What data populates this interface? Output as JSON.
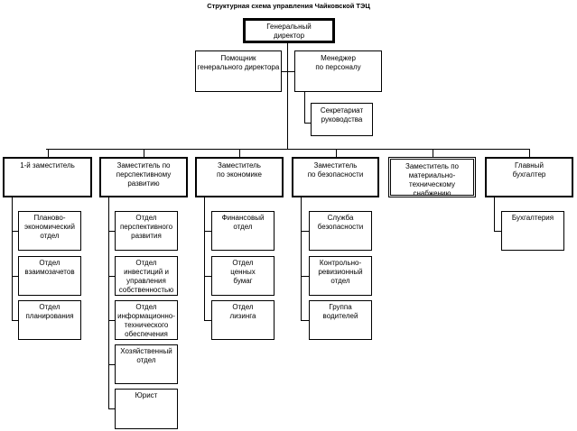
{
  "title": "Структурная схема управления Чайковской ТЭЦ",
  "top": {
    "general_director": "Генеральный\nдиректор",
    "assistant": "Помощник\nгенерального директора",
    "hr_manager": "Менеджер\nпо персоналу",
    "secretariat": "Секретариат\nруководства"
  },
  "deputies": [
    {
      "label": "1-й заместитель",
      "units": [
        "Планово-\nэкономический\nотдел",
        "Отдел\nвзаимозачетов",
        "Отдел\nпланирования"
      ]
    },
    {
      "label": "Заместитель по\nперспективному\nразвитию",
      "units": [
        "Отдел\nперспективного\nразвития",
        "Отдел\nинвестиций и\nуправления\nсобственностью",
        "Отдел\nинформационно-\nтехнического\nобеспечения",
        "Хозяйственный\nотдел",
        "Юрист"
      ]
    },
    {
      "label": "Заместитель\nпо экономике",
      "units": [
        "Финансовый\nотдел",
        "Отдел\nценных\nбумаг",
        "Отдел\nлизинга"
      ]
    },
    {
      "label": "Заместитель\nпо безопасности",
      "units": [
        "Служба\nбезопасности",
        "Контрольно-\nревизионный\nотдел",
        "Группа\nводителей"
      ]
    },
    {
      "label": "Заместитель по\nматериально-\nтехническому\nснабжению",
      "units": []
    },
    {
      "label": "Главный\nбухгалтер",
      "units": [
        "Бухгалтерия"
      ]
    }
  ]
}
